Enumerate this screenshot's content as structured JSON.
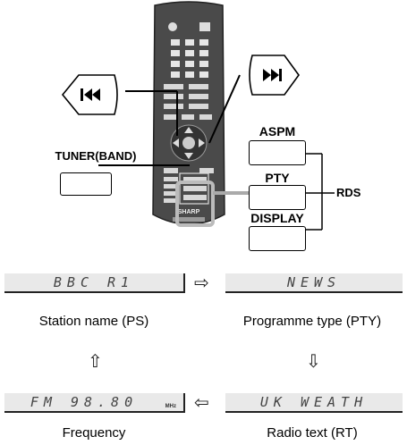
{
  "remote": {
    "brand": "SHARP"
  },
  "buttons": {
    "tuner_band": "TUNER(BAND)",
    "aspm": "ASPM",
    "pty": "PTY",
    "display": "DISPLAY",
    "rds_group": "RDS"
  },
  "icons": {
    "prev": "skip-back-icon",
    "next": "skip-forward-icon"
  },
  "displays": {
    "station_name": {
      "text": "BBC R1",
      "caption": "Station name (PS)"
    },
    "programme_type": {
      "text": "NEWS",
      "caption": "Programme type (PTY)"
    },
    "radio_text": {
      "text": "UK WEATH",
      "caption": "Radio text (RT)"
    },
    "frequency": {
      "text": "FM  98.80",
      "unit": "MHz",
      "caption": "Frequency"
    }
  }
}
